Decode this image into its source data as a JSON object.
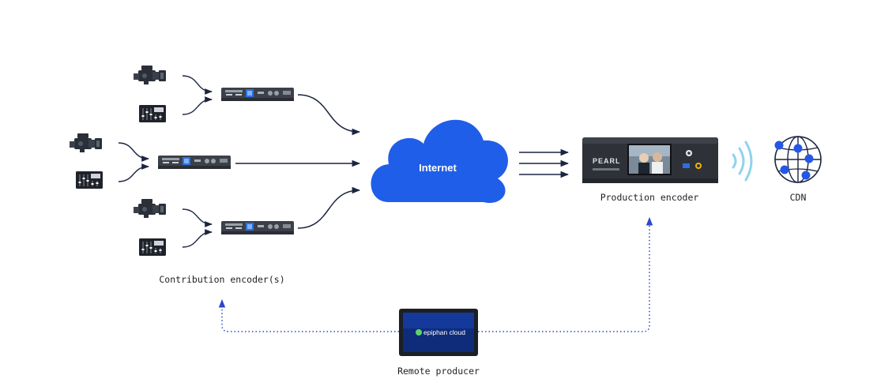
{
  "labels": {
    "internet": "Internet",
    "production_encoder": "Production encoder",
    "cdn": "CDN",
    "contribution_encoders": "Contribution encoder(s)",
    "remote_producer": "Remote producer"
  },
  "brand": {
    "pearl_logo": "PEARL",
    "cloud_logo": "epiphan cloud"
  },
  "colors": {
    "line": "#1b2540",
    "cloud": "#1f5ee8",
    "dotted": "#2a47c9",
    "wifi": "#8fd3ec",
    "device_dark": "#1f2329"
  },
  "icons": [
    "camera-icon",
    "audio-mixer-icon",
    "encoder-icon",
    "cloud-icon",
    "globe-icon",
    "wifi-signal-icon",
    "tablet-icon"
  ]
}
